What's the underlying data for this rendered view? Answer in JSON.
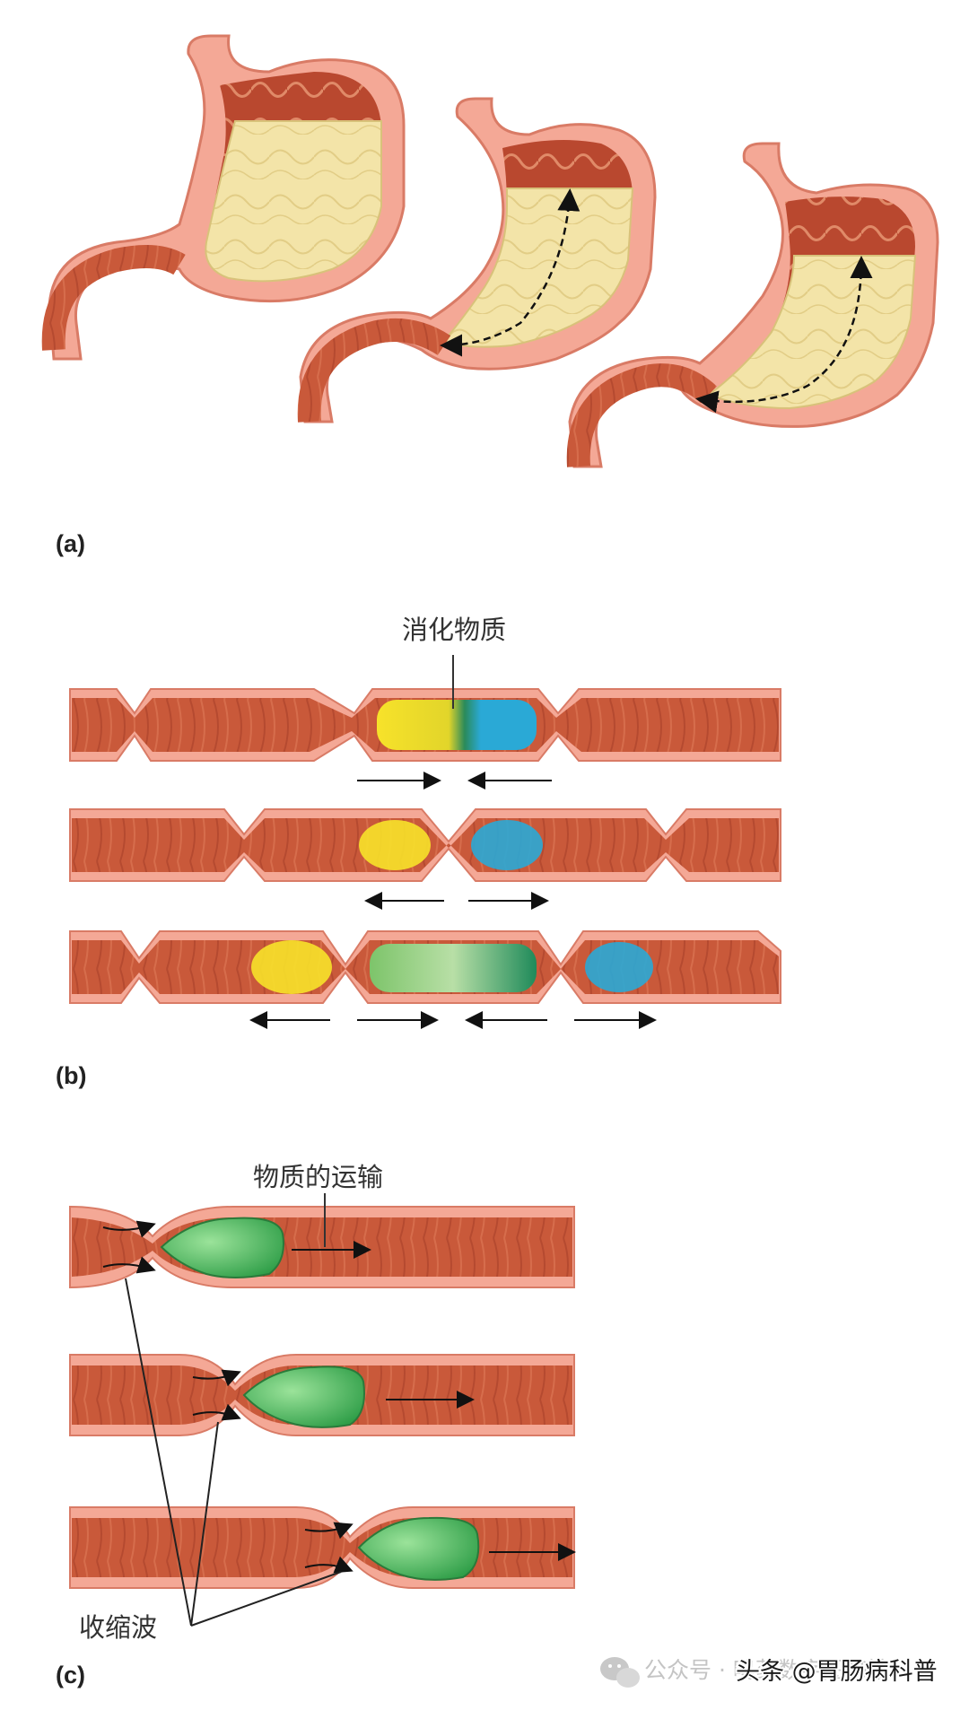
{
  "panel_a": {
    "label": "(a)"
  },
  "panel_b": {
    "label": "(b)",
    "callout": "消化物质"
  },
  "panel_c": {
    "label": "(c)",
    "callout_transport": "物质的运输",
    "callout_wave": "收缩波"
  },
  "watermark": {
    "wechat_text": "公众号 · 鸣药数字图书馆",
    "toutiao_text": "头条 @胃肠病科普"
  },
  "colors": {
    "wall_outer": "#f4a896",
    "muscle": "#c9593a",
    "muscle_dark": "#a9402a",
    "chyme": "#f3e4a8",
    "yellow": "#f7e22a",
    "blue": "#2aa9d6",
    "green": "#3aa35a",
    "bolus": "#4cbf5e"
  },
  "icons": [
    "wechat-icon"
  ]
}
